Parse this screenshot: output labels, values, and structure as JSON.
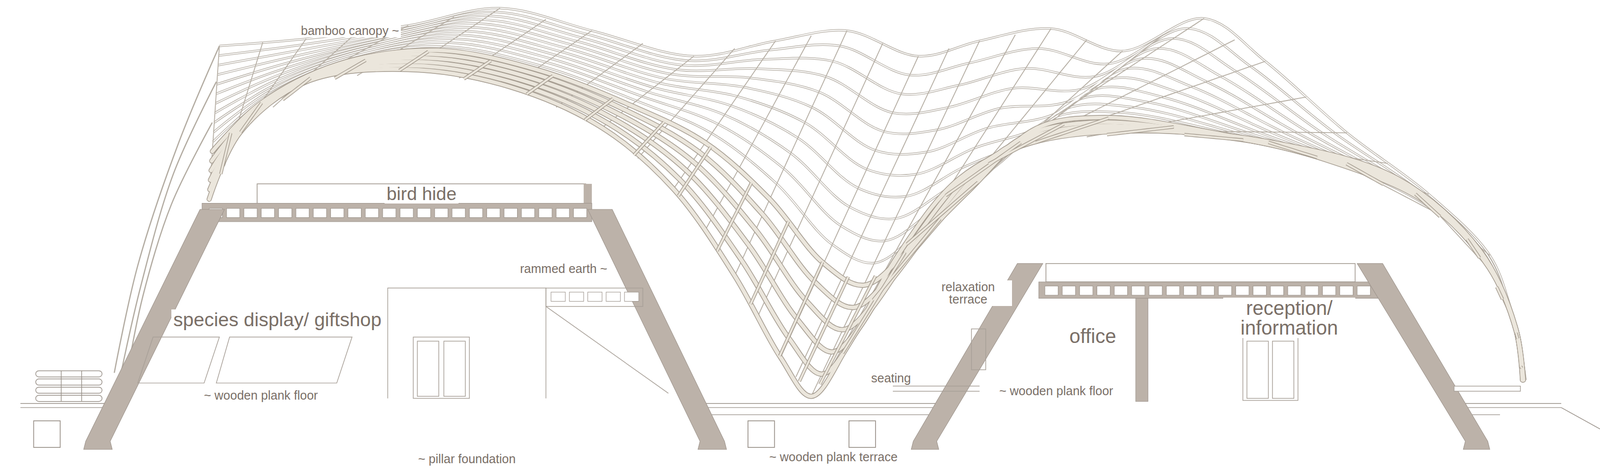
{
  "diagram": {
    "labels": [
      "bamboo canopy ~",
      "bird hide",
      "rammed earth ~",
      "species display/ giftshop",
      "~ wooden plank floor",
      "~ pillar foundation",
      "~ wooden plank terrace",
      "relaxation terrace",
      "seating",
      "office",
      "~ wooden plank floor",
      "reception/ information"
    ]
  }
}
